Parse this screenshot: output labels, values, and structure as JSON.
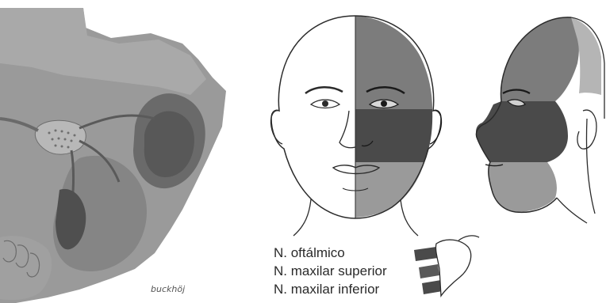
{
  "signature": "buckhöj",
  "legend": {
    "items": [
      {
        "label": "N. oftálmico",
        "color": "#7c7c7c"
      },
      {
        "label": "N. maxilar superior",
        "color": "#4a4a4a"
      },
      {
        "label": "N. maxilar inferior",
        "color": "#9a9a9a"
      }
    ]
  },
  "colors": {
    "background": "#ffffff",
    "skull": "#8f8f8f",
    "skull_dark": "#5d5d5d",
    "skull_light": "#b3b3b3",
    "line": "#2b2b2b",
    "ophthalmic": "#7c7c7c",
    "maxillary": "#4a4a4a",
    "mandibular": "#9a9a9a"
  }
}
